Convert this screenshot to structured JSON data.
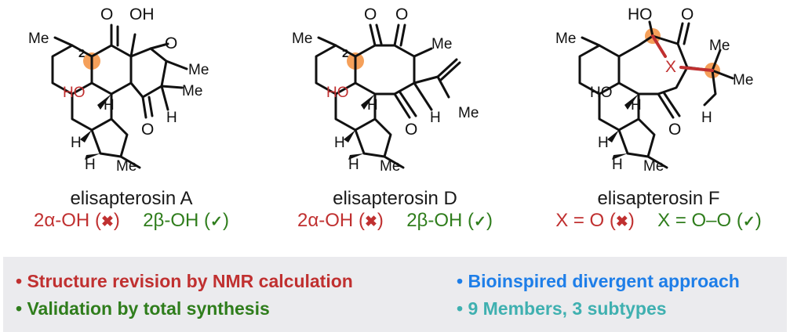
{
  "compounds": [
    {
      "name": "elisapterosin A",
      "wrong": "2α-OH",
      "right": "2β-OH",
      "atoms": {
        "o1": "O",
        "oh": "OH",
        "o2": "O",
        "me1": "Me",
        "me2": "Me",
        "me3": "Me",
        "ho": "HO",
        "h1": "H",
        "o3": "O",
        "h2": "H",
        "h3": "H",
        "h4": "H",
        "me4": "Me",
        "loc": "2"
      }
    },
    {
      "name": "elisapterosin D",
      "wrong": "2α-OH",
      "right": "2β-OH",
      "atoms": {
        "o1": "O",
        "o2": "O",
        "me1": "Me",
        "me2": "Me",
        "me3": "Me",
        "ho": "HO",
        "h1": "H",
        "o3": "O",
        "h2": "H",
        "h3": "H",
        "h4": "H",
        "me4": "Me",
        "loc": "2"
      }
    },
    {
      "name": "elisapterosin F",
      "wrong": "X = O",
      "right": "X = O–O",
      "atoms": {
        "ho1": "HO",
        "o1": "O",
        "me1": "Me",
        "me2": "Me",
        "me3": "Me",
        "x": "X",
        "ho": "HO",
        "h1": "H",
        "o3": "O",
        "h2": "H",
        "h3": "H",
        "h4": "H",
        "me4": "Me"
      }
    }
  ],
  "marks": {
    "wrong_symbol": "✖",
    "right_symbol": "✓"
  },
  "colors": {
    "wrong": "#c03030",
    "right": "#2f7d1c",
    "highlight": "#f5a05a",
    "footer_bg": "#ebebee"
  },
  "bullets": {
    "revision": "Structure revision by NMR calculation",
    "validation": "Validation by total synthesis",
    "bioinspired": "Bioinspired divergent approach",
    "members": "9 Members, 3 subtypes"
  },
  "bullet_marker": "•"
}
